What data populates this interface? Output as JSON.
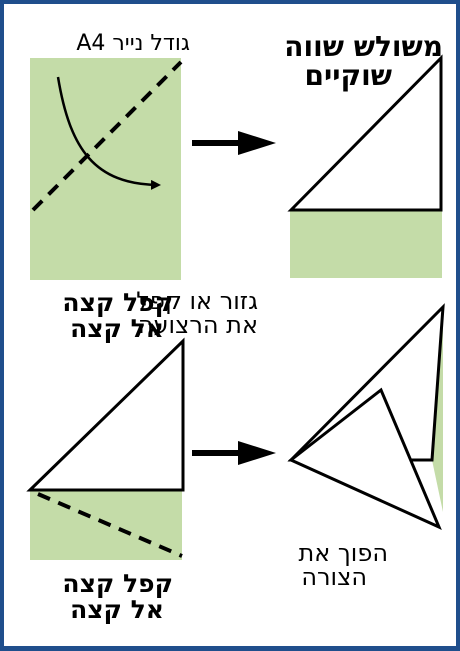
{
  "title": {
    "line1": "משולש שווה",
    "line2": "שוקיים"
  },
  "paper_size": "גודל נייר A4",
  "steps": [
    {
      "line1": "קפל קצה",
      "line2": "אל קצה"
    },
    {
      "line1": "גזור או קפל",
      "line2": "את הרצועה"
    },
    {
      "line1": "קפל קצה",
      "line2": "אל קצה"
    },
    {
      "line1": "הפוך את",
      "line2": "הצורה"
    }
  ],
  "colors": {
    "frame": "#1f4e8c",
    "paper": "#c4dca8",
    "triangle_fill": "#ffffff",
    "ink": "#000000"
  }
}
